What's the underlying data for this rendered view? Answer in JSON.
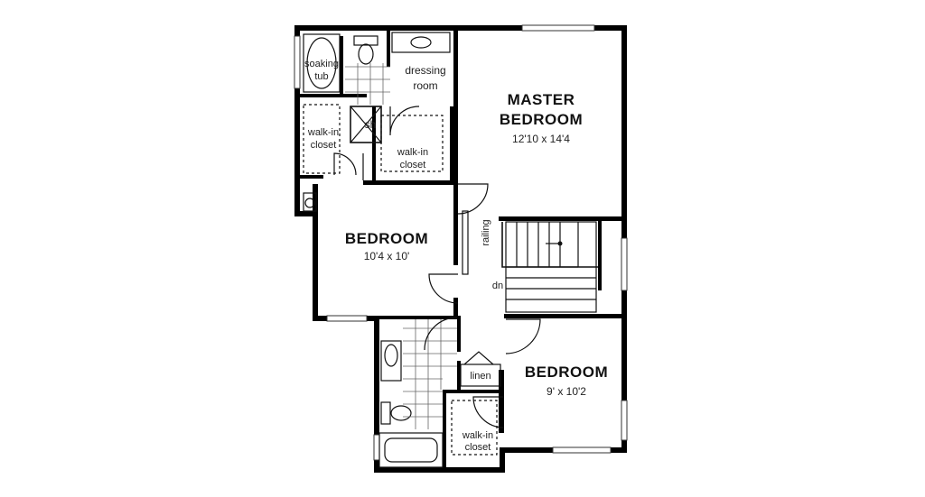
{
  "rooms": {
    "master_bedroom": {
      "name_line1": "MASTER",
      "name_line2": "BEDROOM",
      "dims": "12'10 x 14'4"
    },
    "bedroom_left": {
      "name": "BEDROOM",
      "dims": "10'4 x 10'"
    },
    "bedroom_right": {
      "name": "BEDROOM",
      "dims": "9' x 10'2"
    },
    "dressing_room": {
      "line1": "dressing",
      "line2": "room"
    },
    "soaking_tub": {
      "line1": "soaking",
      "line2": "tub"
    },
    "shower": "sh",
    "walk_in_closet_left": {
      "line1": "walk-in",
      "line2": "closet"
    },
    "walk_in_closet_center": {
      "line1": "walk-in",
      "line2": "closet"
    },
    "walk_in_closet_bottom": {
      "line1": "walk-in",
      "line2": "closet"
    },
    "linen": "linen",
    "railing": "railing",
    "stair_down": "dn"
  }
}
